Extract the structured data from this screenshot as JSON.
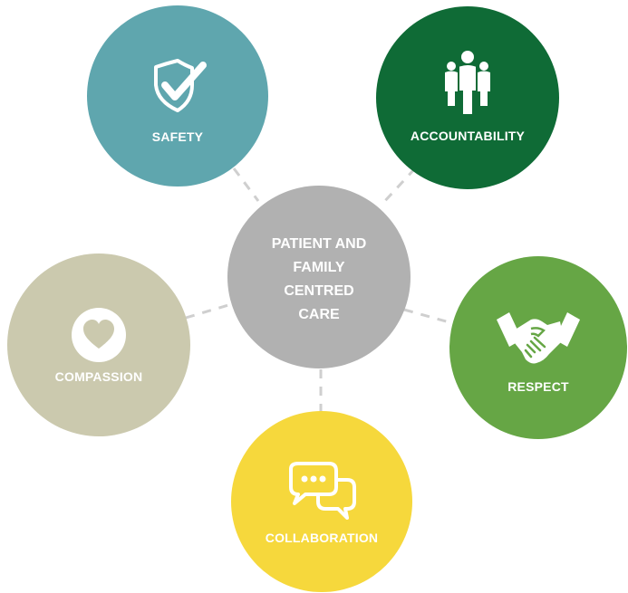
{
  "center": {
    "lines": [
      "PATIENT AND",
      "FAMILY",
      "CENTRED",
      "CARE"
    ],
    "color": "#b1b1b1"
  },
  "nodes": {
    "safety": {
      "label": "SAFETY",
      "icon": "shield-check-icon",
      "color": "#5fa6ae"
    },
    "accountability": {
      "label": "ACCOUNTABILITY",
      "icon": "people-group-icon",
      "color": "#0f6b36"
    },
    "compassion": {
      "label": "COMPASSION",
      "icon": "heart-icon",
      "color": "#cbc9ae"
    },
    "respect": {
      "label": "RESPECT",
      "icon": "handshake-icon",
      "color": "#66a645"
    },
    "collaboration": {
      "label": "COLLABORATION",
      "icon": "chat-bubbles-icon",
      "color": "#f6d83c"
    }
  },
  "connector_color": "#cfcfcf"
}
